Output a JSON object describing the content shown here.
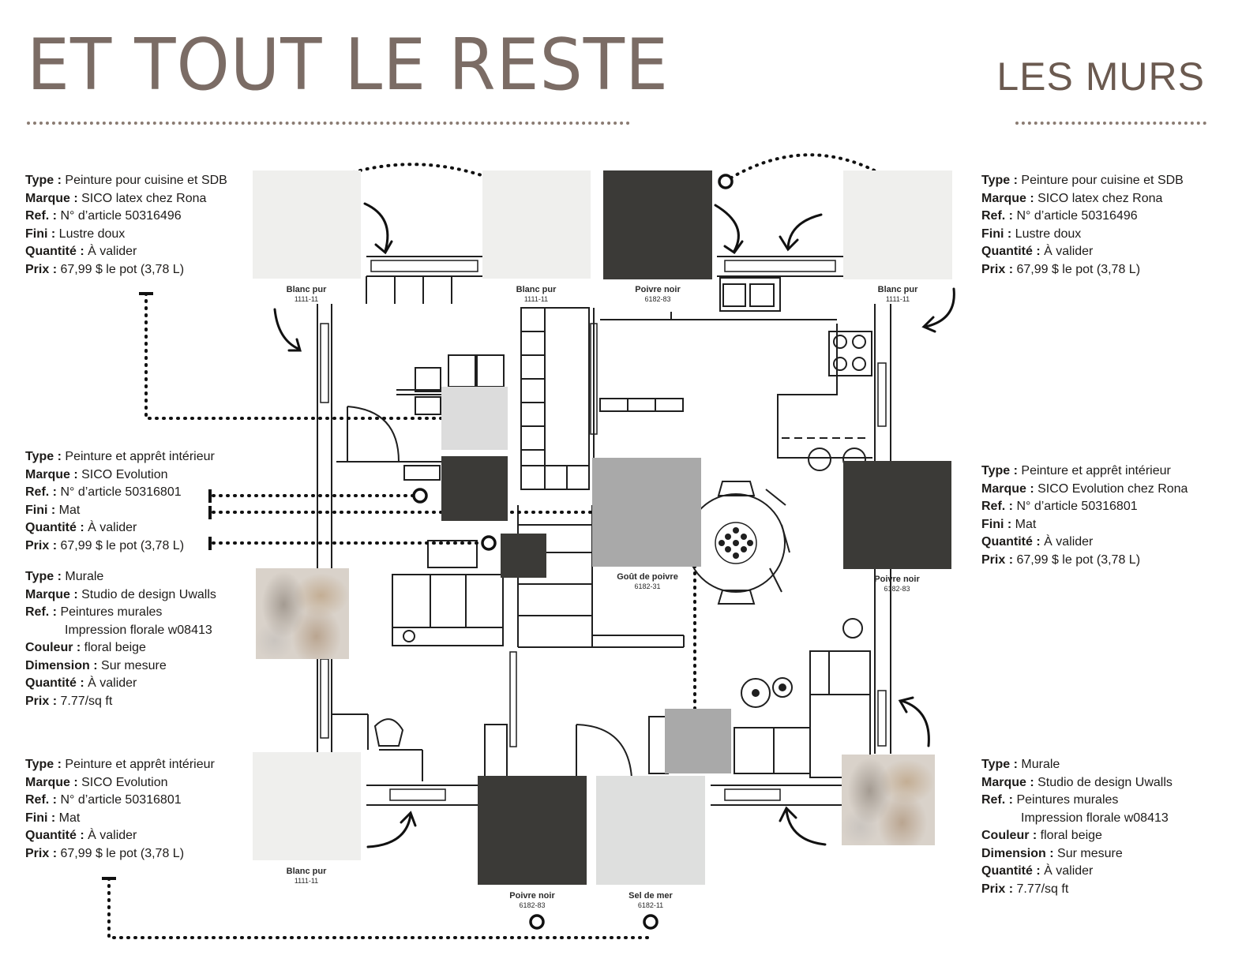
{
  "header": {
    "title": "ET TOUT LE RESTE",
    "section": "LES MURS"
  },
  "colors": {
    "title": "#6d5d55",
    "blanc_pur": "#efefed",
    "poivre_noir": "#3b3a37",
    "gout_de_poivre": "#a9a9a9",
    "sel_de_mer": "#dedfde"
  },
  "specs": {
    "top_left": {
      "type_label": "Type :",
      "type": "Peinture pour cuisine et SDB",
      "marque_label": "Marque :",
      "marque": "SICO latex chez Rona",
      "ref_label": "Ref. :",
      "ref": "N° d’article 50316496",
      "fini_label": "Fini :",
      "fini": "Lustre doux",
      "quantite_label": "Quantité :",
      "quantite": "À valider",
      "prix_label": "Prix :",
      "prix": "67,99 $ le pot (3,78 L)"
    },
    "top_right": {
      "type_label": "Type :",
      "type": "Peinture pour cuisine et SDB",
      "marque_label": "Marque :",
      "marque": "SICO latex chez Rona",
      "ref_label": "Ref. :",
      "ref": "N° d’article 50316496",
      "fini_label": "Fini :",
      "fini": "Lustre doux",
      "quantite_label": "Quantité :",
      "quantite": "À valider",
      "prix_label": "Prix :",
      "prix": "67,99 $ le pot (3,78 L)"
    },
    "mid_left": {
      "type_label": "Type :",
      "type": "Peinture et apprêt intérieur",
      "marque_label": "Marque :",
      "marque": "SICO Evolution",
      "ref_label": "Ref. :",
      "ref": "N° d’article 50316801",
      "fini_label": "Fini :",
      "fini": "Mat",
      "quantite_label": "Quantité :",
      "quantite": "À valider",
      "prix_label": "Prix :",
      "prix": "67,99 $ le pot (3,78 L)"
    },
    "mid_right": {
      "type_label": "Type :",
      "type": "Peinture et apprêt intérieur",
      "marque_label": "Marque :",
      "marque": "SICO Evolution chez Rona",
      "ref_label": "Ref. :",
      "ref": "N° d’article 50316801",
      "fini_label": "Fini :",
      "fini": "Mat",
      "quantite_label": "Quantité :",
      "quantite": "À valider",
      "prix_label": "Prix :",
      "prix": "67,99 $ le pot (3,78 L)"
    },
    "mural_left": {
      "type_label": "Type :",
      "type": "Murale",
      "marque_label": "Marque :",
      "marque": "Studio de design Uwalls",
      "ref_label": "Ref. :",
      "ref": "Peintures murales",
      "ref2": "Impression florale w08413",
      "couleur_label": "Couleur :",
      "couleur": "floral beige",
      "dimension_label": "Dimension :",
      "dimension": "Sur mesure",
      "quantite_label": "Quantité :",
      "quantite": "À valider",
      "prix_label": "Prix :",
      "prix": "7.77/sq ft"
    },
    "bottom_left": {
      "type_label": "Type :",
      "type": "Peinture et apprêt intérieur",
      "marque_label": "Marque :",
      "marque": "SICO Evolution",
      "ref_label": "Ref. :",
      "ref": "N° d’article 50316801",
      "fini_label": "Fini :",
      "fini": "Mat",
      "quantite_label": "Quantité :",
      "quantite": "À valider",
      "prix_label": "Prix :",
      "prix": "67,99 $ le pot (3,78 L)"
    },
    "mural_right": {
      "type_label": "Type :",
      "type": "Murale",
      "marque_label": "Marque :",
      "marque": "Studio de design Uwalls",
      "ref_label": "Ref. :",
      "ref": "Peintures murales",
      "ref2": "Impression florale w08413",
      "couleur_label": "Couleur :",
      "couleur": "floral beige",
      "dimension_label": "Dimension :",
      "dimension": "Sur mesure",
      "quantite_label": "Quantité :",
      "quantite": "À valider",
      "prix_label": "Prix :",
      "prix": "7.77/sq ft"
    }
  },
  "swatches": {
    "blanc_pur_1": {
      "name": "Blanc pur",
      "code": "1111-11"
    },
    "blanc_pur_2": {
      "name": "Blanc pur",
      "code": "1111-11"
    },
    "poivre_noir_1": {
      "name": "Poivre noir",
      "code": "6182-83"
    },
    "blanc_pur_3": {
      "name": "Blanc pur",
      "code": "1111-11"
    },
    "gout_de_poivre": {
      "name": "Goût de poivre",
      "code": "6182-31"
    },
    "poivre_noir_2": {
      "name": "Poivre noir",
      "code": "6182-83"
    },
    "blanc_pur_4": {
      "name": "Blanc pur",
      "code": "1111-11"
    },
    "poivre_noir_3": {
      "name": "Poivre noir",
      "code": "6182-83"
    },
    "sel_de_mer": {
      "name": "Sel de mer",
      "code": "6182-11"
    }
  }
}
